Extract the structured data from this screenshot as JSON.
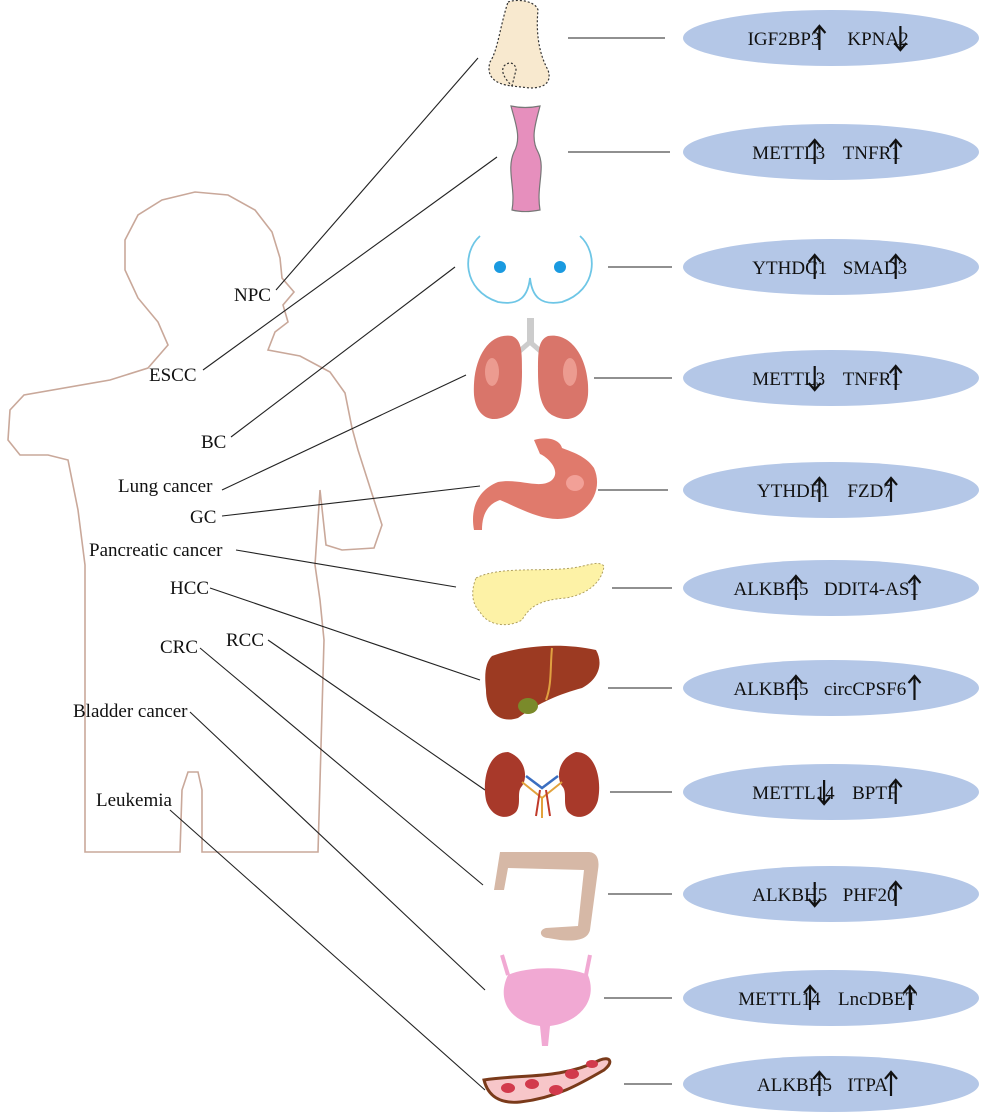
{
  "cancer_labels": {
    "npc": "NPC",
    "escc": "ESCC",
    "bc": "BC",
    "lung": "Lung cancer",
    "gc": "GC",
    "pancreatic": "Pancreatic cancer",
    "hcc": "HCC",
    "rcc": "RCC",
    "crc": "CRC",
    "bladder": "Bladder cancer",
    "leukemia": "Leukemia"
  },
  "gene_pairs": [
    {
      "organ": "nose-icon",
      "gene1": "IGF2BP3",
      "dir1": "up",
      "gene2": "KPNA2",
      "dir2": "down"
    },
    {
      "organ": "esophagus-icon",
      "gene1": "METTL3",
      "dir1": "up",
      "gene2": "TNFR1",
      "dir2": "up"
    },
    {
      "organ": "breast-icon",
      "gene1": "YTHDC1",
      "dir1": "up",
      "gene2": "SMAD3",
      "dir2": "up"
    },
    {
      "organ": "lungs-icon",
      "gene1": "METTL3",
      "dir1": "down",
      "gene2": "TNFR1",
      "dir2": "up"
    },
    {
      "organ": "stomach-icon",
      "gene1": "YTHDF1",
      "dir1": "up",
      "gene2": "FZD7",
      "dir2": "up"
    },
    {
      "organ": "pancreas-icon",
      "gene1": "ALKBH5",
      "dir1": "up",
      "gene2": "DDIT4-AS1",
      "dir2": "up"
    },
    {
      "organ": "liver-icon",
      "gene1": "ALKBH5",
      "dir1": "up",
      "gene2": "circCPSF6",
      "dir2": "up"
    },
    {
      "organ": "kidneys-icon",
      "gene1": "METTL14",
      "dir1": "down",
      "gene2": "BPTF",
      "dir2": "up"
    },
    {
      "organ": "colon-icon",
      "gene1": "ALKBH5",
      "dir1": "down",
      "gene2": "PHF20",
      "dir2": "up"
    },
    {
      "organ": "bladder-icon",
      "gene1": "METTL14",
      "dir1": "up",
      "gene2": "LncDBET",
      "dir2": "up"
    },
    {
      "organ": "blood-vessel-icon",
      "gene1": "ALKBH5",
      "dir1": "up",
      "gene2": "ITPA",
      "dir2": "up"
    }
  ],
  "colors": {
    "ellipse": "#b4c7e7",
    "body_outline": "#c9a89a",
    "nose": "#f8e9cf",
    "esophagus": "#e68fbd",
    "breast_outline": "#6ec6e6",
    "breast_dot": "#1a9ae0",
    "lung": "#d9756a",
    "stomach": "#e07a6c",
    "pancreas": "#fdf2a6",
    "liver": "#9c3a22",
    "kidney": "#a8392a",
    "colon": "#d6b8a6",
    "bladder": "#f1a9d3",
    "vessel": "#f7c6c9",
    "rbc": "#d23a4c"
  }
}
